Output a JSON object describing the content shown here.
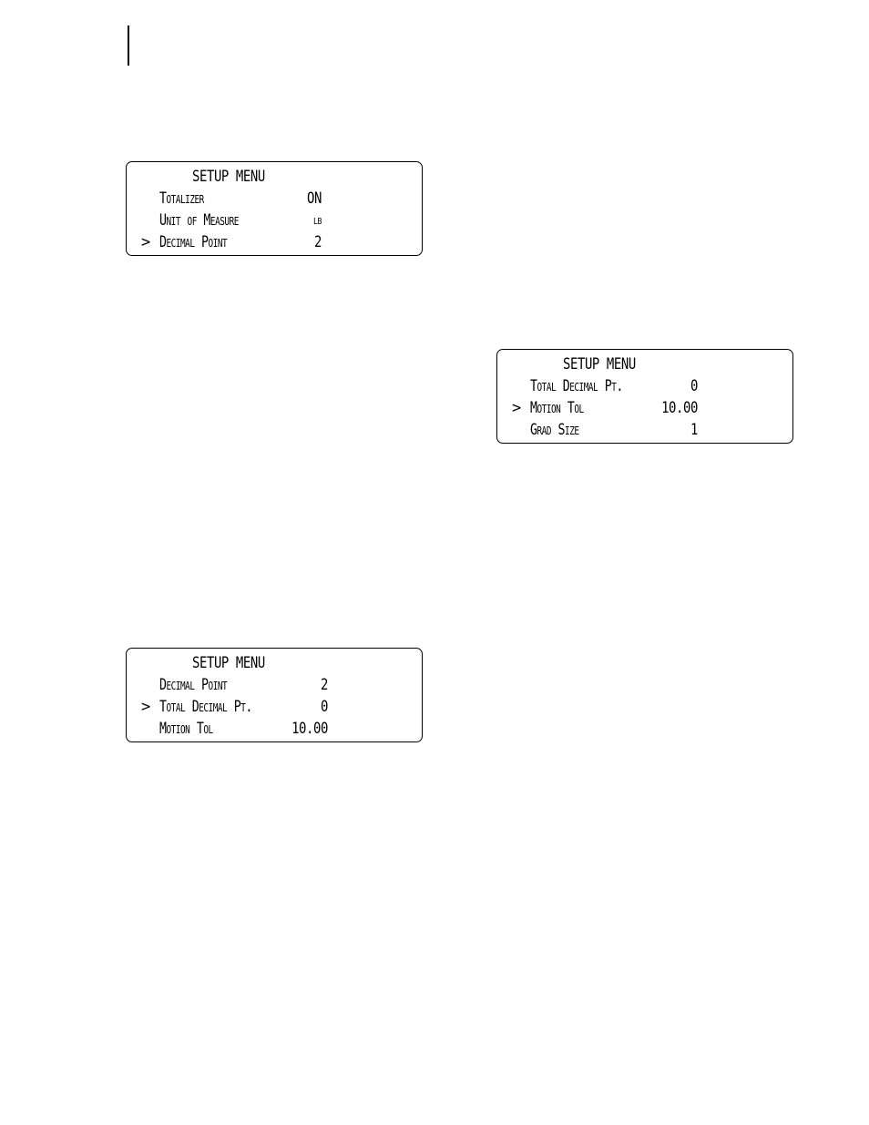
{
  "displays": [
    {
      "title": "SETUP MENU",
      "rows": [
        {
          "cursor": "",
          "label": "Totalizer",
          "value": "ON"
        },
        {
          "cursor": "",
          "label": "Unit of Measure",
          "value": "lb"
        },
        {
          "cursor": ">",
          "label": "Decimal Point",
          "value": "2"
        }
      ]
    },
    {
      "title": "SETUP MENU",
      "rows": [
        {
          "cursor": "",
          "label": "Total Decimal Pt.",
          "value": "0"
        },
        {
          "cursor": ">",
          "label": "Motion Tol",
          "value": "10.00"
        },
        {
          "cursor": "",
          "label": "Grad Size",
          "value": "1"
        }
      ]
    },
    {
      "title": "SETUP MENU",
      "rows": [
        {
          "cursor": "",
          "label": "Decimal Point",
          "value": "2"
        },
        {
          "cursor": ">",
          "label": "Total Decimal Pt.",
          "value": "0"
        },
        {
          "cursor": "",
          "label": "Motion Tol",
          "value": "10.00"
        }
      ]
    }
  ]
}
